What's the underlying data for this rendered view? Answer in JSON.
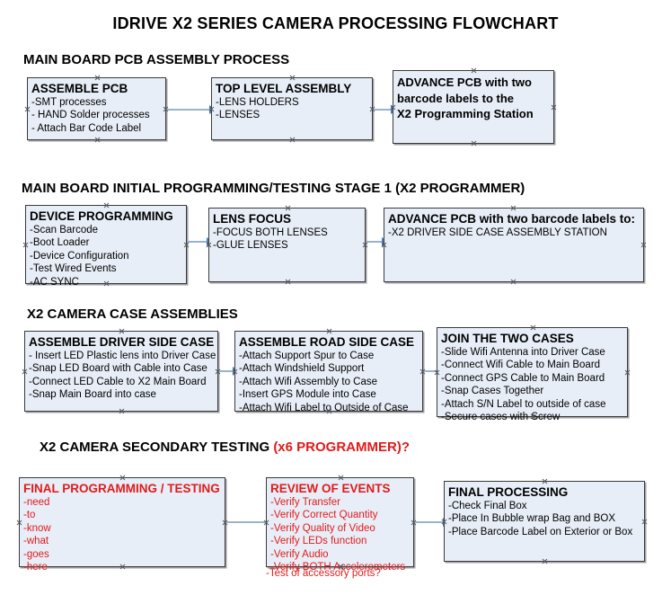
{
  "title": "IDRIVE X2  SERIES CAMERA PROCESSING FLOWCHART",
  "sections": [
    {
      "heading": "MAIN BOARD PCB ASSEMBLY PROCESS",
      "heading_accent": ""
    },
    {
      "heading": "MAIN BOARD INITIAL PROGRAMMING/TESTING STAGE 1 (X2 PROGRAMMER)",
      "heading_accent": ""
    },
    {
      "heading": "X2 CAMERA CASE ASSEMBLIES",
      "heading_accent": ""
    },
    {
      "heading": "X2 CAMERA SECONDARY TESTING ",
      "heading_accent": "(x6 PROGRAMMER)?"
    }
  ],
  "boxes": {
    "assemble_pcb": {
      "title": "ASSEMBLE PCB",
      "lines": [
        "-SMT processes",
        "- HAND Solder processes",
        "- Attach Bar Code Label"
      ]
    },
    "top_level_assembly": {
      "title": "TOP LEVEL ASSEMBLY",
      "lines": [
        "-LENS HOLDERS",
        "-LENSES"
      ]
    },
    "advance_pcb_station": {
      "title_line1": "ADVANCE PCB with two",
      "title_line2": "barcode labels to the",
      "title_line3": " X2 Programming Station"
    },
    "device_programming": {
      "title": "DEVICE PROGRAMMING",
      "lines": [
        "-Scan Barcode",
        "-Boot Loader",
        "-Device Configuration",
        "-Test Wired Events",
        "-AC SYNC"
      ]
    },
    "lens_focus": {
      "title": "LENS FOCUS",
      "lines": [
        "-FOCUS BOTH LENSES",
        "-GLUE LENSES"
      ]
    },
    "advance_pcb_driver": {
      "title": "ADVANCE PCB with two barcode labels to:",
      "lines": [
        "-X2 DRIVER  SIDE  CASE  ASSEMBLY STATION"
      ]
    },
    "assemble_driver_side": {
      "title": "ASSEMBLE DRIVER SIDE CASE",
      "lines": [
        "- Insert LED Plastic lens into Driver Case",
        "-Snap LED Board with Cable into Case",
        "-Connect LED Cable to X2 Main Board",
        "-Snap Main Board into case"
      ]
    },
    "assemble_road_side": {
      "title": "ASSEMBLE ROAD SIDE CASE",
      "lines": [
        "-Attach Support Spur to Case",
        "-Attach Windshield Support",
        "-Attach Wifi Assembly to Case",
        "-Insert GPS Module into Case",
        "-Attach Wifi Label to Outside of Case"
      ]
    },
    "join_two_cases": {
      "title": "JOIN THE TWO CASES",
      "lines": [
        "-Slide Wifi Antenna into Driver Case",
        "-Connect Wifi Cable to Main Board",
        "-Connect GPS Cable to Main Board",
        "-Snap Cases Together",
        "-Attach S/N Label to outside of case",
        "-Secure cases with Screw"
      ]
    },
    "final_programming": {
      "title": "FINAL PROGRAMMING / TESTING",
      "lines": [
        "-need",
        "-to",
        "-know",
        "-what",
        "-goes",
        "-here"
      ]
    },
    "review_of_events": {
      "title": "REVIEW OF EVENTS",
      "lines": [
        "-Verify Transfer",
        "-Verify Correct Quantity",
        "-Verify Quality of Video",
        "-Verify LEDs function",
        "-Verify Audio",
        "-Verify BOTH Accelerometers"
      ],
      "overflow_line": "-Test of accessory ports?"
    },
    "final_processing": {
      "title": "FINAL PROCESSING",
      "lines": [
        " -Check Final Box",
        "-Place In Bubble wrap Bag and BOX",
        "-Place Barcode Label on Exterior or Box"
      ]
    }
  },
  "colors": {
    "box_fill": "#e8eef7",
    "box_border": "#3a3a3a",
    "accent_red": "#e01b1b",
    "connector": "#9bb2cc",
    "arrowhead": "#4a7fc1"
  }
}
